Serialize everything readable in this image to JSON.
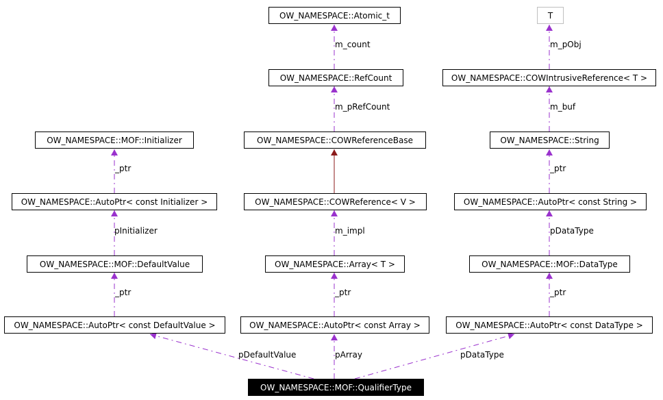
{
  "nodes": {
    "atomic": "OW_NAMESPACE::Atomic_t",
    "t": "T",
    "refcount": "OW_NAMESPACE::RefCount",
    "cow_intrusive": "OW_NAMESPACE::COWIntrusiveReference< T >",
    "mof_initializer": "OW_NAMESPACE::MOF::Initializer",
    "cow_refbase": "OW_NAMESPACE::COWReferenceBase",
    "string": "OW_NAMESPACE::String",
    "autoptr_initializer": "OW_NAMESPACE::AutoPtr< const Initializer >",
    "cow_reference": "OW_NAMESPACE::COWReference< V >",
    "autoptr_string": "OW_NAMESPACE::AutoPtr< const String >",
    "mof_defaultvalue": "OW_NAMESPACE::MOF::DefaultValue",
    "array": "OW_NAMESPACE::Array< T >",
    "mof_datatype": "OW_NAMESPACE::MOF::DataType",
    "autoptr_defaultvalue": "OW_NAMESPACE::AutoPtr< const DefaultValue >",
    "autoptr_array": "OW_NAMESPACE::AutoPtr< const Array >",
    "autoptr_datatype": "OW_NAMESPACE::AutoPtr< const DataType >",
    "qualifiertype": "OW_NAMESPACE::MOF::QualifierType"
  },
  "edges": {
    "m_count": "m_count",
    "m_pobj": "m_pObj",
    "m_prefcount": "m_pRefCount",
    "m_buf": "m_buf",
    "ptr_initializer": "_ptr",
    "ptr_string": "_ptr",
    "pinitializer": "pInitializer",
    "m_impl": "m_impl",
    "pdatatype_mid": "pDataType",
    "ptr_defaultvalue": "_ptr",
    "ptr_array": "_ptr",
    "ptr_datatype": "_ptr",
    "pdefaultvalue": "pDefaultValue",
    "parray": "pArray",
    "pdatatype_bottom": "pDataType"
  },
  "colors": {
    "usage": "#9a32cd",
    "inherit": "#8b1a1a",
    "focus_bg": "#000000",
    "focus_text": "#ffffff",
    "template_border": "#bfbfbf"
  }
}
